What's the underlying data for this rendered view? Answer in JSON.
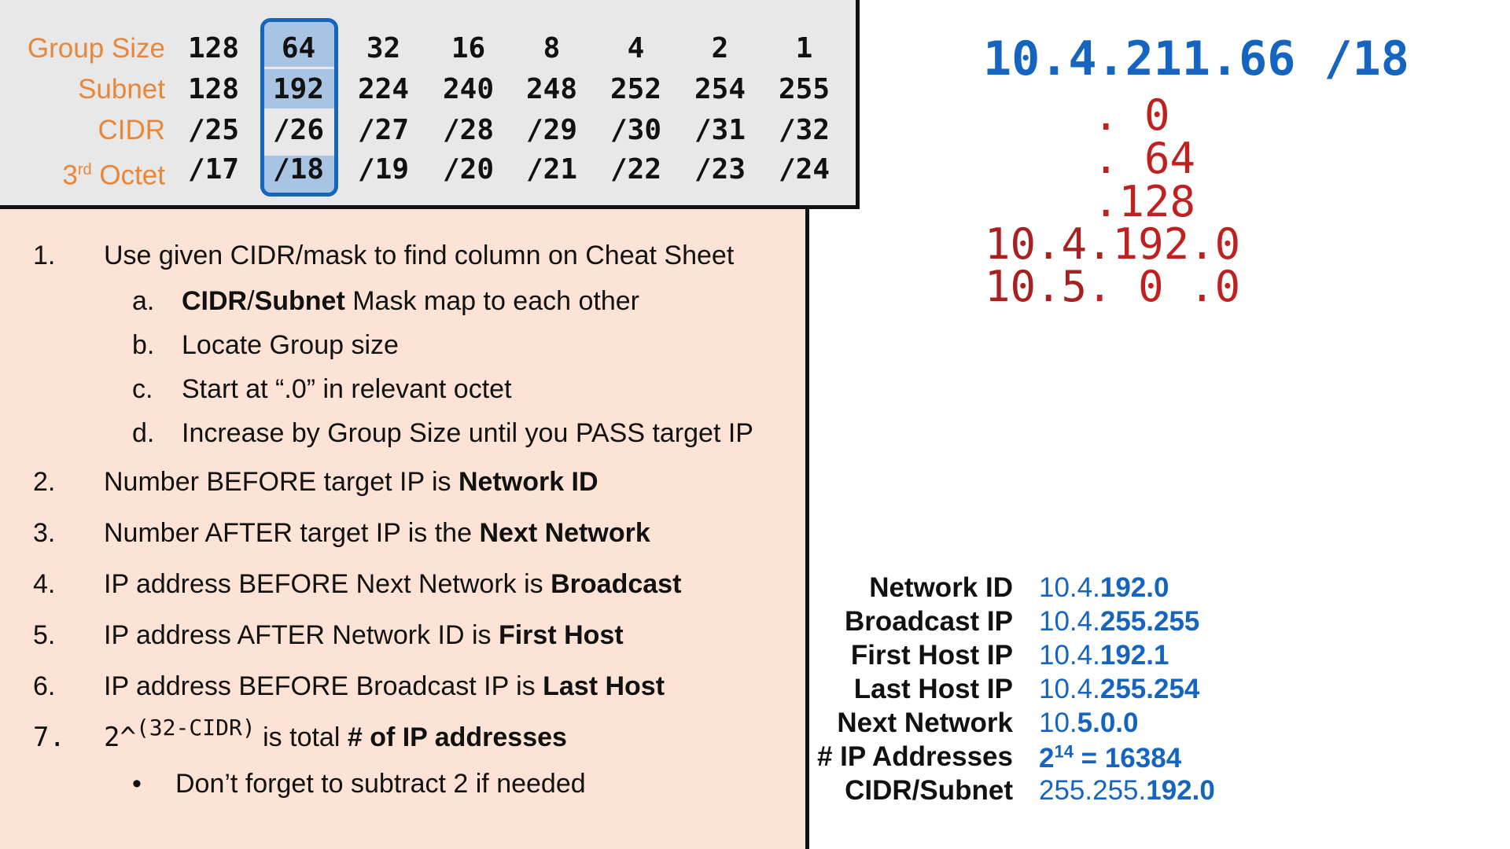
{
  "cheat_sheet": {
    "rows": [
      {
        "label": "Group Size",
        "values": [
          "128",
          "64",
          "32",
          "16",
          "8",
          "4",
          "2",
          "1"
        ]
      },
      {
        "label": "Subnet",
        "values": [
          "128",
          "192",
          "224",
          "240",
          "248",
          "252",
          "254",
          "255"
        ]
      },
      {
        "label": "CIDR",
        "values": [
          "/25",
          "/26",
          "/27",
          "/28",
          "/29",
          "/30",
          "/31",
          "/32"
        ]
      },
      {
        "label_main": "3",
        "label_sup": "rd",
        "label_rest": " Octet",
        "values": [
          "/17",
          "/18",
          "/19",
          "/20",
          "/21",
          "/22",
          "/23",
          "/24"
        ]
      }
    ],
    "highlighted_column": 1,
    "highlight_color": "#1565c0"
  },
  "steps": {
    "s1": {
      "num": "1.",
      "text": "Use given CIDR/mask to find column on Cheat Sheet"
    },
    "s1a": {
      "num": "a.",
      "bold1": "CIDR",
      "slash": "/",
      "bold2": "Subnet",
      "rest": " Mask map to each other"
    },
    "s1b": {
      "num": "b.",
      "text": "Locate Group size"
    },
    "s1c": {
      "num": "c.",
      "text": "Start at “.0” in relevant octet"
    },
    "s1d": {
      "num": "d.",
      "text": "Increase by Group Size until you PASS target IP"
    },
    "s2": {
      "num": "2.",
      "text": "Number BEFORE target IP is ",
      "bold": "Network ID"
    },
    "s3": {
      "num": "3.",
      "text": "Number AFTER target IP is the ",
      "bold": "Next Network"
    },
    "s4": {
      "num": "4.",
      "text": "IP address BEFORE Next Network is ",
      "bold": "Broadcast"
    },
    "s5": {
      "num": "5.",
      "text": "IP address AFTER Network ID is ",
      "bold": "First Host"
    },
    "s6": {
      "num": "6.",
      "text": "IP address BEFORE Broadcast IP is ",
      "bold": "Last Host"
    },
    "s7": {
      "num": "7.",
      "base": "2^",
      "exp": "(32-CIDR)",
      "text": " is total ",
      "bold": "# of IP addresses"
    },
    "s7_bullet": {
      "bullet": "•",
      "text": "Don’t forget to subtract 2 if needed"
    }
  },
  "work": {
    "ip": "10.4.211.66 /18",
    "lines": [
      ". 0",
      ". 64",
      ".128"
    ],
    "net_prefix": "10.4.",
    "net_suffix": "192.0",
    "next_prefix": "10.5",
    "next_suffix": ". 0 .0"
  },
  "results": [
    {
      "label": "Network ID",
      "plain": "10.4.",
      "bold": "192.0"
    },
    {
      "label": "Broadcast IP",
      "plain": "10.4.",
      "bold": "255.255"
    },
    {
      "label": "First Host IP",
      "plain": "10.4.",
      "bold": "192.1"
    },
    {
      "label": "Last Host IP",
      "plain": "10.4.",
      "bold": "255.254"
    },
    {
      "label": "Next Network",
      "plain": "10.",
      "bold": "5.0.0"
    },
    {
      "label": "# IP Addresses",
      "base": "2",
      "exp": "14",
      "rest": " = 16384"
    },
    {
      "label": "CIDR/Subnet",
      "plain": "255.255.",
      "bold": "192.0"
    }
  ],
  "colors": {
    "accent": "#1565c0",
    "red": "#c0201f",
    "orange": "#e8873a",
    "peach": "#fce3d5"
  }
}
